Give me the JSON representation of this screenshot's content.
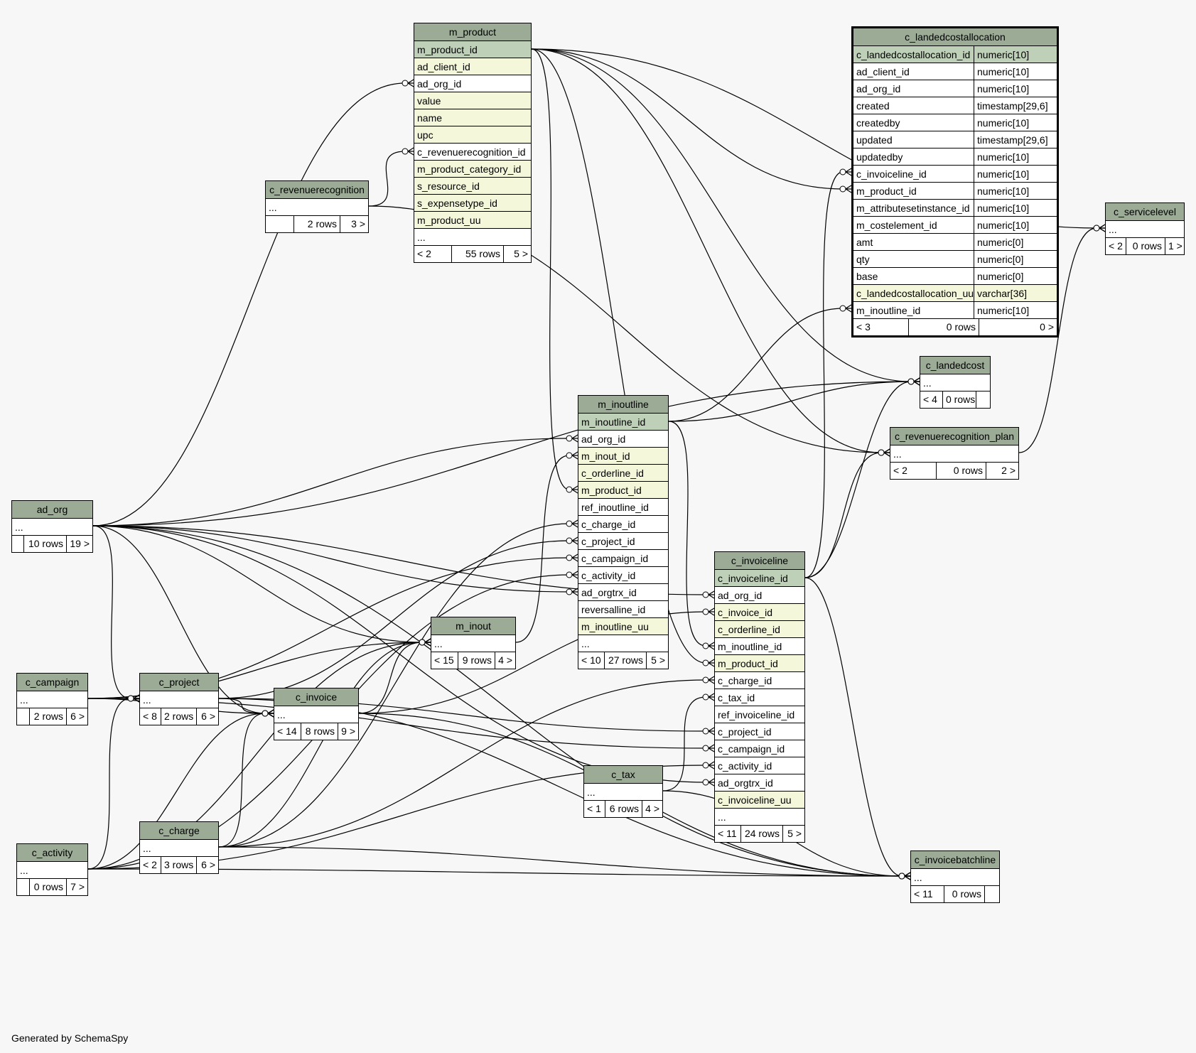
{
  "footer": "Generated by SchemaSpy",
  "colors": {
    "header": "#9bab96",
    "pk": "#bed1b8",
    "indexed": "#f4f7da",
    "background": "#f7f7f7"
  },
  "tables": {
    "m_product": {
      "name": "m_product",
      "columns": [
        {
          "name": "m_product_id",
          "kind": "pk"
        },
        {
          "name": "ad_client_id",
          "kind": "idx"
        },
        {
          "name": "ad_org_id",
          "kind": "plain"
        },
        {
          "name": "value",
          "kind": "idx"
        },
        {
          "name": "name",
          "kind": "idx"
        },
        {
          "name": "upc",
          "kind": "idx"
        },
        {
          "name": "c_revenuerecognition_id",
          "kind": "plain"
        },
        {
          "name": "m_product_category_id",
          "kind": "idx"
        },
        {
          "name": "s_resource_id",
          "kind": "idx"
        },
        {
          "name": "s_expensetype_id",
          "kind": "idx"
        },
        {
          "name": "m_product_uu",
          "kind": "idx"
        },
        {
          "name": "...",
          "kind": "plain"
        }
      ],
      "footer": [
        "< 2",
        "55 rows",
        "5 >"
      ]
    },
    "c_revenuerecognition": {
      "name": "c_revenuerecognition",
      "columns": [
        {
          "name": "...",
          "kind": "plain"
        }
      ],
      "footer": [
        "",
        "2 rows",
        "3 >"
      ]
    },
    "c_landedcostallocation": {
      "name": "c_landedcostallocation",
      "columns": [
        {
          "name": "c_landedcostallocation_id",
          "type": "numeric[10]",
          "kind": "pk"
        },
        {
          "name": "ad_client_id",
          "type": "numeric[10]",
          "kind": "plain"
        },
        {
          "name": "ad_org_id",
          "type": "numeric[10]",
          "kind": "plain"
        },
        {
          "name": "created",
          "type": "timestamp[29,6]",
          "kind": "plain"
        },
        {
          "name": "createdby",
          "type": "numeric[10]",
          "kind": "plain"
        },
        {
          "name": "updated",
          "type": "timestamp[29,6]",
          "kind": "plain"
        },
        {
          "name": "updatedby",
          "type": "numeric[10]",
          "kind": "plain"
        },
        {
          "name": "c_invoiceline_id",
          "type": "numeric[10]",
          "kind": "plain"
        },
        {
          "name": "m_product_id",
          "type": "numeric[10]",
          "kind": "plain"
        },
        {
          "name": "m_attributesetinstance_id",
          "type": "numeric[10]",
          "kind": "plain"
        },
        {
          "name": "m_costelement_id",
          "type": "numeric[10]",
          "kind": "plain"
        },
        {
          "name": "amt",
          "type": "numeric[0]",
          "kind": "plain"
        },
        {
          "name": "qty",
          "type": "numeric[0]",
          "kind": "plain"
        },
        {
          "name": "base",
          "type": "numeric[0]",
          "kind": "plain"
        },
        {
          "name": "c_landedcostallocation_uu",
          "type": "varchar[36]",
          "kind": "idx"
        },
        {
          "name": "m_inoutline_id",
          "type": "numeric[10]",
          "kind": "plain"
        }
      ],
      "footer": [
        "< 3",
        "0 rows",
        "0 >"
      ]
    },
    "c_servicelevel": {
      "name": "c_servicelevel",
      "columns": [
        {
          "name": "...",
          "kind": "plain"
        }
      ],
      "footer": [
        "< 2",
        "0 rows",
        "1 >"
      ]
    },
    "c_landedcost": {
      "name": "c_landedcost",
      "columns": [
        {
          "name": "...",
          "kind": "plain"
        }
      ],
      "footer": [
        "< 4",
        "0 rows",
        ""
      ]
    },
    "c_revenuerecognition_plan": {
      "name": "c_revenuerecognition_plan",
      "columns": [
        {
          "name": "...",
          "kind": "plain"
        }
      ],
      "footer": [
        "< 2",
        "0 rows",
        "2 >"
      ]
    },
    "m_inoutline": {
      "name": "m_inoutline",
      "columns": [
        {
          "name": "m_inoutline_id",
          "kind": "pk"
        },
        {
          "name": "ad_org_id",
          "kind": "plain"
        },
        {
          "name": "m_inout_id",
          "kind": "idx"
        },
        {
          "name": "c_orderline_id",
          "kind": "idx"
        },
        {
          "name": "m_product_id",
          "kind": "idx"
        },
        {
          "name": "ref_inoutline_id",
          "kind": "plain"
        },
        {
          "name": "c_charge_id",
          "kind": "plain"
        },
        {
          "name": "c_project_id",
          "kind": "plain"
        },
        {
          "name": "c_campaign_id",
          "kind": "plain"
        },
        {
          "name": "c_activity_id",
          "kind": "plain"
        },
        {
          "name": "ad_orgtrx_id",
          "kind": "plain"
        },
        {
          "name": "reversalline_id",
          "kind": "plain"
        },
        {
          "name": "m_inoutline_uu",
          "kind": "idx"
        },
        {
          "name": "...",
          "kind": "plain"
        }
      ],
      "footer": [
        "< 10",
        "27 rows",
        "5 >"
      ]
    },
    "ad_org": {
      "name": "ad_org",
      "columns": [
        {
          "name": "...",
          "kind": "plain"
        }
      ],
      "footer": [
        "",
        "10 rows",
        "19 >"
      ]
    },
    "c_invoiceline": {
      "name": "c_invoiceline",
      "columns": [
        {
          "name": "c_invoiceline_id",
          "kind": "pk"
        },
        {
          "name": "ad_org_id",
          "kind": "plain"
        },
        {
          "name": "c_invoice_id",
          "kind": "idx"
        },
        {
          "name": "c_orderline_id",
          "kind": "idx"
        },
        {
          "name": "m_inoutline_id",
          "kind": "plain"
        },
        {
          "name": "m_product_id",
          "kind": "idx"
        },
        {
          "name": "c_charge_id",
          "kind": "plain"
        },
        {
          "name": "c_tax_id",
          "kind": "plain"
        },
        {
          "name": "ref_invoiceline_id",
          "kind": "plain"
        },
        {
          "name": "c_project_id",
          "kind": "plain"
        },
        {
          "name": "c_campaign_id",
          "kind": "plain"
        },
        {
          "name": "c_activity_id",
          "kind": "plain"
        },
        {
          "name": "ad_orgtrx_id",
          "kind": "plain"
        },
        {
          "name": "c_invoiceline_uu",
          "kind": "idx"
        },
        {
          "name": "...",
          "kind": "plain"
        }
      ],
      "footer": [
        "< 11",
        "24 rows",
        "5 >"
      ]
    },
    "m_inout": {
      "name": "m_inout",
      "columns": [
        {
          "name": "...",
          "kind": "plain"
        }
      ],
      "footer": [
        "< 15",
        "9 rows",
        "4 >"
      ]
    },
    "c_campaign": {
      "name": "c_campaign",
      "columns": [
        {
          "name": "...",
          "kind": "plain"
        }
      ],
      "footer": [
        "",
        "2 rows",
        "6 >"
      ]
    },
    "c_project": {
      "name": "c_project",
      "columns": [
        {
          "name": "...",
          "kind": "plain"
        }
      ],
      "footer": [
        "< 8",
        "2 rows",
        "6 >"
      ]
    },
    "c_invoice": {
      "name": "c_invoice",
      "columns": [
        {
          "name": "...",
          "kind": "plain"
        }
      ],
      "footer": [
        "< 14",
        "8 rows",
        "9 >"
      ]
    },
    "c_tax": {
      "name": "c_tax",
      "columns": [
        {
          "name": "...",
          "kind": "plain"
        }
      ],
      "footer": [
        "< 1",
        "6 rows",
        "4 >"
      ]
    },
    "c_charge": {
      "name": "c_charge",
      "columns": [
        {
          "name": "...",
          "kind": "plain"
        }
      ],
      "footer": [
        "< 2",
        "3 rows",
        "6 >"
      ]
    },
    "c_activity": {
      "name": "c_activity",
      "columns": [
        {
          "name": "...",
          "kind": "plain"
        }
      ],
      "footer": [
        "",
        "0 rows",
        "7 >"
      ]
    },
    "c_invoicebatchline": {
      "name": "c_invoicebatchline",
      "columns": [
        {
          "name": "...",
          "kind": "plain"
        }
      ],
      "footer": [
        "< 11",
        "0 rows",
        ""
      ]
    }
  },
  "relations": [
    {
      "from": "ad_org",
      "to": "m_product.ad_org_id"
    },
    {
      "from": "c_revenuerecognition",
      "to": "m_product.c_revenuerecognition_id"
    },
    {
      "from": "c_revenuerecognition",
      "to": "c_revenuerecognition_plan"
    },
    {
      "from": "m_product.m_product_id",
      "to": "c_landedcostallocation.m_product_id"
    },
    {
      "from": "m_product.m_product_id",
      "to": "c_landedcost"
    },
    {
      "from": "m_product.m_product_id",
      "to": "m_inoutline.m_product_id"
    },
    {
      "from": "m_product.m_product_id",
      "to": "c_invoiceline.m_product_id"
    },
    {
      "from": "m_product.m_product_id",
      "to": "c_servicelevel"
    },
    {
      "from": "m_product.m_product_id",
      "to": "c_revenuerecognition_plan"
    },
    {
      "from": "c_revenuerecognition_plan",
      "to": "c_servicelevel"
    },
    {
      "from": "c_invoiceline.c_invoiceline_id",
      "to": "c_landedcostallocation.c_invoiceline_id"
    },
    {
      "from": "c_invoiceline.c_invoiceline_id",
      "to": "c_landedcost"
    },
    {
      "from": "c_invoiceline.c_invoiceline_id",
      "to": "c_revenuerecognition_plan"
    },
    {
      "from": "c_invoiceline.c_invoiceline_id",
      "to": "c_invoicebatchline"
    },
    {
      "from": "m_inoutline.m_inoutline_id",
      "to": "c_landedcostallocation.m_inoutline_id"
    },
    {
      "from": "m_inoutline.m_inoutline_id",
      "to": "c_landedcost"
    },
    {
      "from": "m_inoutline.m_inoutline_id",
      "to": "c_invoiceline.m_inoutline_id"
    },
    {
      "from": "ad_org",
      "to": "m_inoutline.ad_org_id"
    },
    {
      "from": "ad_org",
      "to": "m_inoutline.ad_orgtrx_id"
    },
    {
      "from": "ad_org",
      "to": "c_invoiceline.ad_org_id"
    },
    {
      "from": "ad_org",
      "to": "c_invoiceline.ad_orgtrx_id"
    },
    {
      "from": "ad_org",
      "to": "m_inout"
    },
    {
      "from": "ad_org",
      "to": "c_invoice"
    },
    {
      "from": "ad_org",
      "to": "c_project"
    },
    {
      "from": "ad_org",
      "to": "c_landedcost"
    },
    {
      "from": "ad_org",
      "to": "c_invoicebatchline"
    },
    {
      "from": "m_inout",
      "to": "m_inoutline.m_inout_id"
    },
    {
      "from": "c_invoice",
      "to": "c_invoiceline.c_invoice_id"
    },
    {
      "from": "c_invoice",
      "to": "m_inout"
    },
    {
      "from": "c_invoice",
      "to": "c_invoicebatchline"
    },
    {
      "from": "c_campaign",
      "to": "m_inoutline.c_campaign_id"
    },
    {
      "from": "c_campaign",
      "to": "c_invoiceline.c_campaign_id"
    },
    {
      "from": "c_campaign",
      "to": "c_project"
    },
    {
      "from": "c_campaign",
      "to": "c_invoice"
    },
    {
      "from": "c_campaign",
      "to": "m_inout"
    },
    {
      "from": "c_project",
      "to": "m_inoutline.c_project_id"
    },
    {
      "from": "c_project",
      "to": "c_invoiceline.c_project_id"
    },
    {
      "from": "c_project",
      "to": "c_invoice"
    },
    {
      "from": "c_project",
      "to": "c_invoicebatchline"
    },
    {
      "from": "c_charge",
      "to": "m_inoutline.c_charge_id"
    },
    {
      "from": "c_charge",
      "to": "c_invoiceline.c_charge_id"
    },
    {
      "from": "c_charge",
      "to": "c_invoice"
    },
    {
      "from": "c_charge",
      "to": "m_inout"
    },
    {
      "from": "c_charge",
      "to": "c_invoicebatchline"
    },
    {
      "from": "c_activity",
      "to": "m_inoutline.c_activity_id"
    },
    {
      "from": "c_activity",
      "to": "c_invoiceline.c_activity_id"
    },
    {
      "from": "c_activity",
      "to": "c_project"
    },
    {
      "from": "c_activity",
      "to": "c_invoice"
    },
    {
      "from": "c_activity",
      "to": "m_inout"
    },
    {
      "from": "c_activity",
      "to": "c_invoicebatchline"
    },
    {
      "from": "c_tax",
      "to": "c_invoiceline.c_tax_id"
    },
    {
      "from": "c_tax",
      "to": "c_invoicebatchline"
    }
  ]
}
